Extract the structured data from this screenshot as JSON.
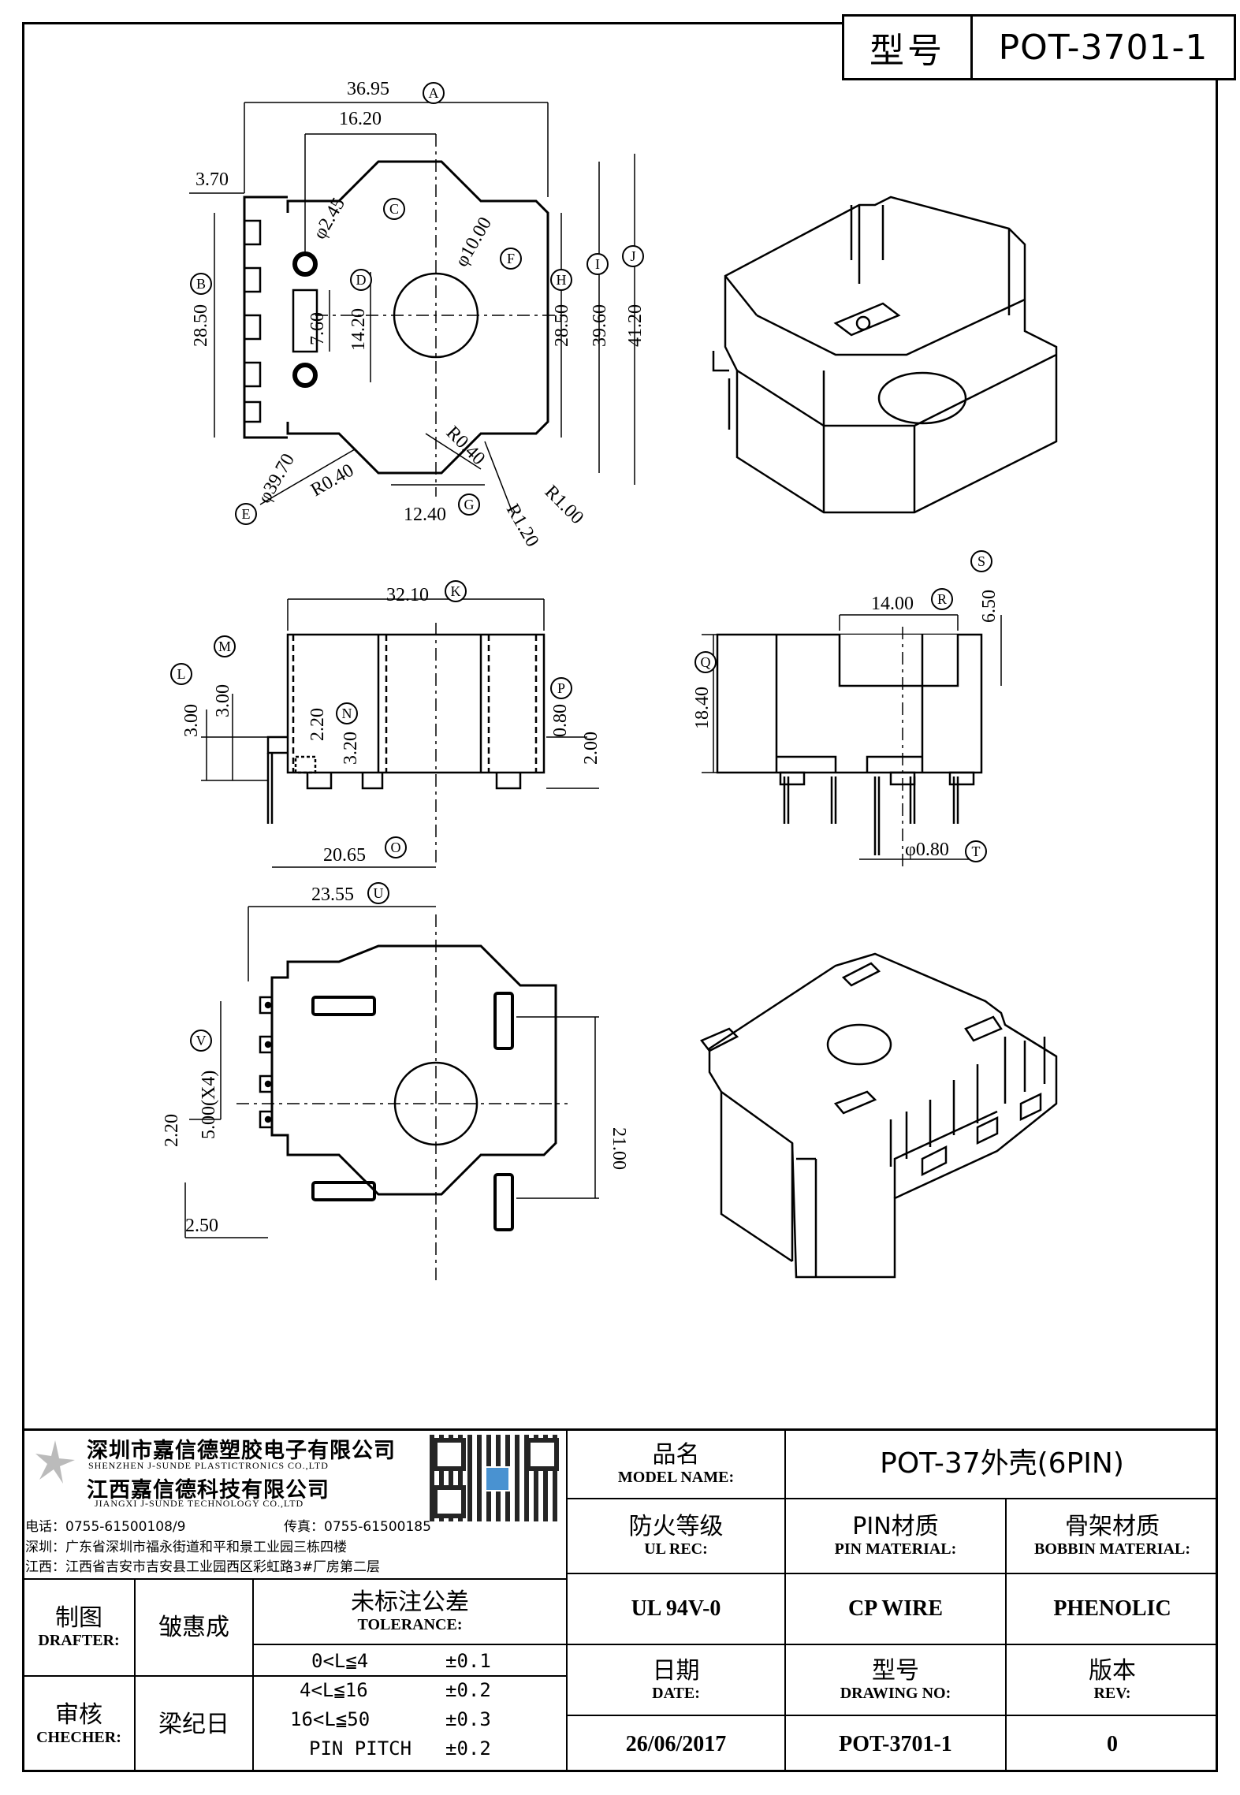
{
  "header": {
    "model_label": "型号",
    "model_value": "POT-3701-1"
  },
  "top_view": {
    "dims": {
      "overall_width": "36.95",
      "center_offset": "16.20",
      "pin_step": "3.70",
      "hole_dia": "φ2.45",
      "center_hole": "φ10.00",
      "height_b": "28.50",
      "hole_span": "7.60",
      "d_dim": "14.20",
      "h_dim": "28.50",
      "i_dim": "39.60",
      "j_dim": "41.20",
      "diameter_e": "φ39.70",
      "radius_a": "R0.40",
      "radius_b": "R0.40",
      "bottom_width": "12.40",
      "radius_c": "R1.20",
      "radius_d": "R1.00"
    },
    "labels": [
      "A",
      "B",
      "C",
      "D",
      "E",
      "F",
      "G",
      "H",
      "I",
      "J"
    ]
  },
  "front_view": {
    "dims": {
      "width": "32.10",
      "l_dim": "3.00",
      "m_dim": "3.00",
      "n_dim": "2.20",
      "n_dim2": "3.20",
      "p_dim": "0.80",
      "p_dim2": "2.00",
      "o_dim": "20.65"
    },
    "labels": [
      "K",
      "L",
      "M",
      "N",
      "O",
      "P"
    ]
  },
  "side_view": {
    "dims": {
      "slot_width": "14.00",
      "slot_depth": "6.50",
      "height": "18.40",
      "pin_dia": "φ0.80"
    },
    "labels": [
      "Q",
      "R",
      "S",
      "T"
    ]
  },
  "bottom_view": {
    "dims": {
      "half_width": "23.55",
      "pitch": "5.00(X4)",
      "pin_off": "2.20",
      "edge": "2.50",
      "span": "21.00"
    },
    "labels": [
      "U",
      "V"
    ]
  },
  "title_block": {
    "company_cn": "深圳市嘉信德塑胶电子有限公司",
    "company_en": "SHENZHEN J-SUNDE PLASTICTRONICS CO.,LTD",
    "company2_cn": "江西嘉信德科技有限公司",
    "company2_en": "JIANGXI J-SUNDE TECHNOLOGY CO.,LTD",
    "tel": "电话：0755-61500108/9",
    "fax": "传真：0755-61500185",
    "addr_sz": "深圳：广东省深圳市福永街道和平和景工业园三栋四楼",
    "addr_jx": "江西：江西省吉安市吉安县工业园西区彩虹路3#厂房第二层",
    "model_name_cn": "品名",
    "model_name_en": "MODEL NAME:",
    "model_name_value": "POT-37外壳(6PIN)",
    "ul_cn": "防火等级",
    "ul_en": "UL REC:",
    "pin_cn": "PIN材质",
    "pin_en": "PIN MATERIAL:",
    "bobbin_cn": "骨架材质",
    "bobbin_en": "BOBBIN MATERIAL:",
    "ul_value": "UL 94V-0",
    "pin_value": "CP WIRE",
    "bobbin_value": "PHENOLIC",
    "drafter_cn": "制图",
    "drafter_en": "DRAFTER:",
    "drafter_name": "皱惠成",
    "checker_cn": "审核",
    "checker_en": "CHECHER:",
    "checker_name": "梁纪日",
    "tol_cn": "未标注公差",
    "tol_en": "TOLERANCE:",
    "tolerances": [
      {
        "range": "0<L≦4",
        "value": "±0.1"
      },
      {
        "range": "4<L≦16",
        "value": "±0.2"
      },
      {
        "range": "16<L≦50",
        "value": "±0.3"
      },
      {
        "range": "PIN PITCH",
        "value": "±0.2"
      }
    ],
    "date_cn": "日期",
    "date_en": "DATE:",
    "date_value": "26/06/2017",
    "drawing_cn": "型号",
    "drawing_en": "DRAWING NO:",
    "drawing_value": "POT-3701-1",
    "rev_cn": "版本",
    "rev_en": "REV:",
    "rev_value": "0"
  }
}
